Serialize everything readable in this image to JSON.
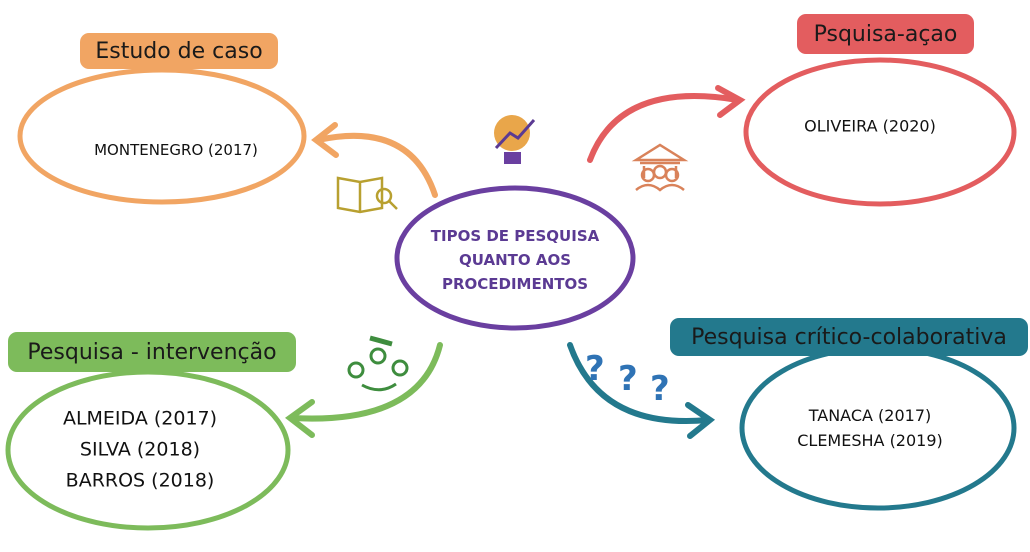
{
  "center": {
    "lines": [
      "TIPOS DE PESQUISA",
      "QUANTO AOS",
      "PROCEDIMENTOS"
    ],
    "color": "#6a3fa0"
  },
  "nodes": [
    {
      "label": "Estudo de caso",
      "color": "#f1a563",
      "refs": [
        "MONTENEGRO (2017)"
      ]
    },
    {
      "label": "Psquisa-açao",
      "color": "#e35d5f",
      "refs": [
        "OLIVEIRA (2020)"
      ]
    },
    {
      "label": "Pesquisa - intervenção",
      "color": "#7dbb5b",
      "refs": [
        "ALMEIDA (2017)",
        "SILVA (2018)",
        "BARROS (2018)"
      ]
    },
    {
      "label": "Pesquisa crítico-colaborativa",
      "color": "#23798d",
      "refs": [
        "TANACA (2017)",
        "CLEMESHA (2019)"
      ]
    }
  ],
  "icons": [
    "lightbulb-growth-icon",
    "book-search-icon",
    "institution-people-icon",
    "gears-hand-icon",
    "question-marks-icon"
  ]
}
